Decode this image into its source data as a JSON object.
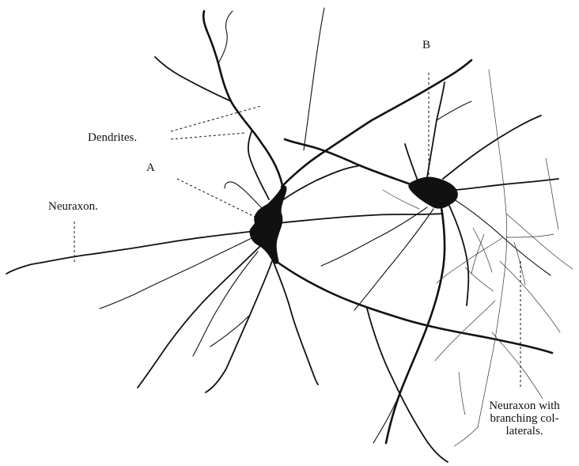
{
  "labels": {
    "dendrites": "Dendrites.",
    "a": "A",
    "b": "B",
    "neuraxon": "Neuraxon.",
    "neuraxon_with_collaterals": [
      "Neuraxon with",
      "branching col-",
      "laterals."
    ]
  },
  "colors": {
    "ink": "#111111",
    "background": "#ffffff"
  }
}
